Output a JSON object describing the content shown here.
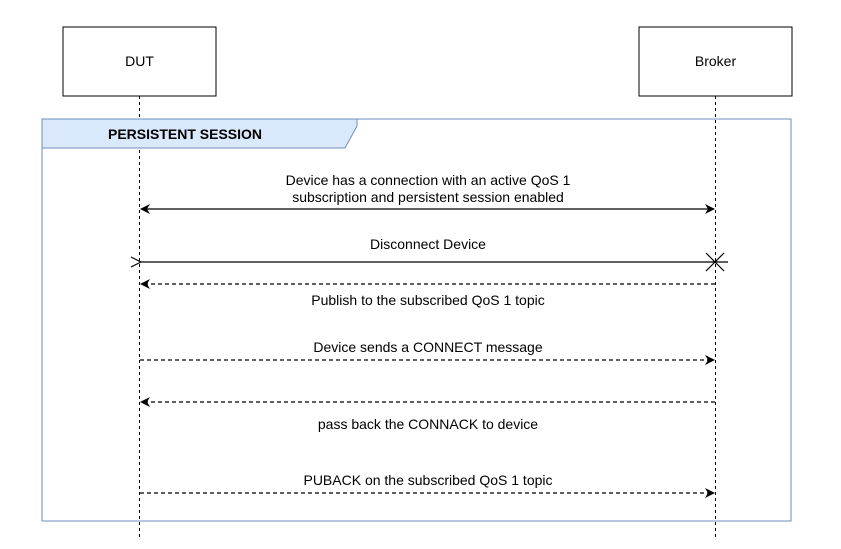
{
  "participants": [
    {
      "id": "dut",
      "label": "DUT"
    },
    {
      "id": "broker",
      "label": "Broker"
    }
  ],
  "frame": {
    "label": "PERSISTENT SESSION"
  },
  "messages": [
    {
      "text": "Device has a connection with an active QoS 1\nsubscription and persistent session enabled",
      "from": "dut",
      "to": "broker",
      "style": "solid",
      "bidirectional": true
    },
    {
      "text": "Disconnect Device",
      "from": "broker",
      "to": "dut",
      "style": "solid",
      "destroy_marker": "broker"
    },
    {
      "text": "Publish to the subscribed QoS 1 topic",
      "from": "broker",
      "to": "dut",
      "style": "dashed"
    },
    {
      "text": "Device sends a CONNECT message",
      "from": "dut",
      "to": "broker",
      "style": "dashed"
    },
    {
      "text": "pass back the CONNACK to device",
      "from": "broker",
      "to": "dut",
      "style": "dashed"
    },
    {
      "text": "PUBACK on the subscribed QoS 1 topic",
      "from": "dut",
      "to": "broker",
      "style": "dashed"
    }
  ],
  "colors": {
    "frame_border": "#6c8ebf",
    "frame_tab_fill": "#dae8fc"
  }
}
